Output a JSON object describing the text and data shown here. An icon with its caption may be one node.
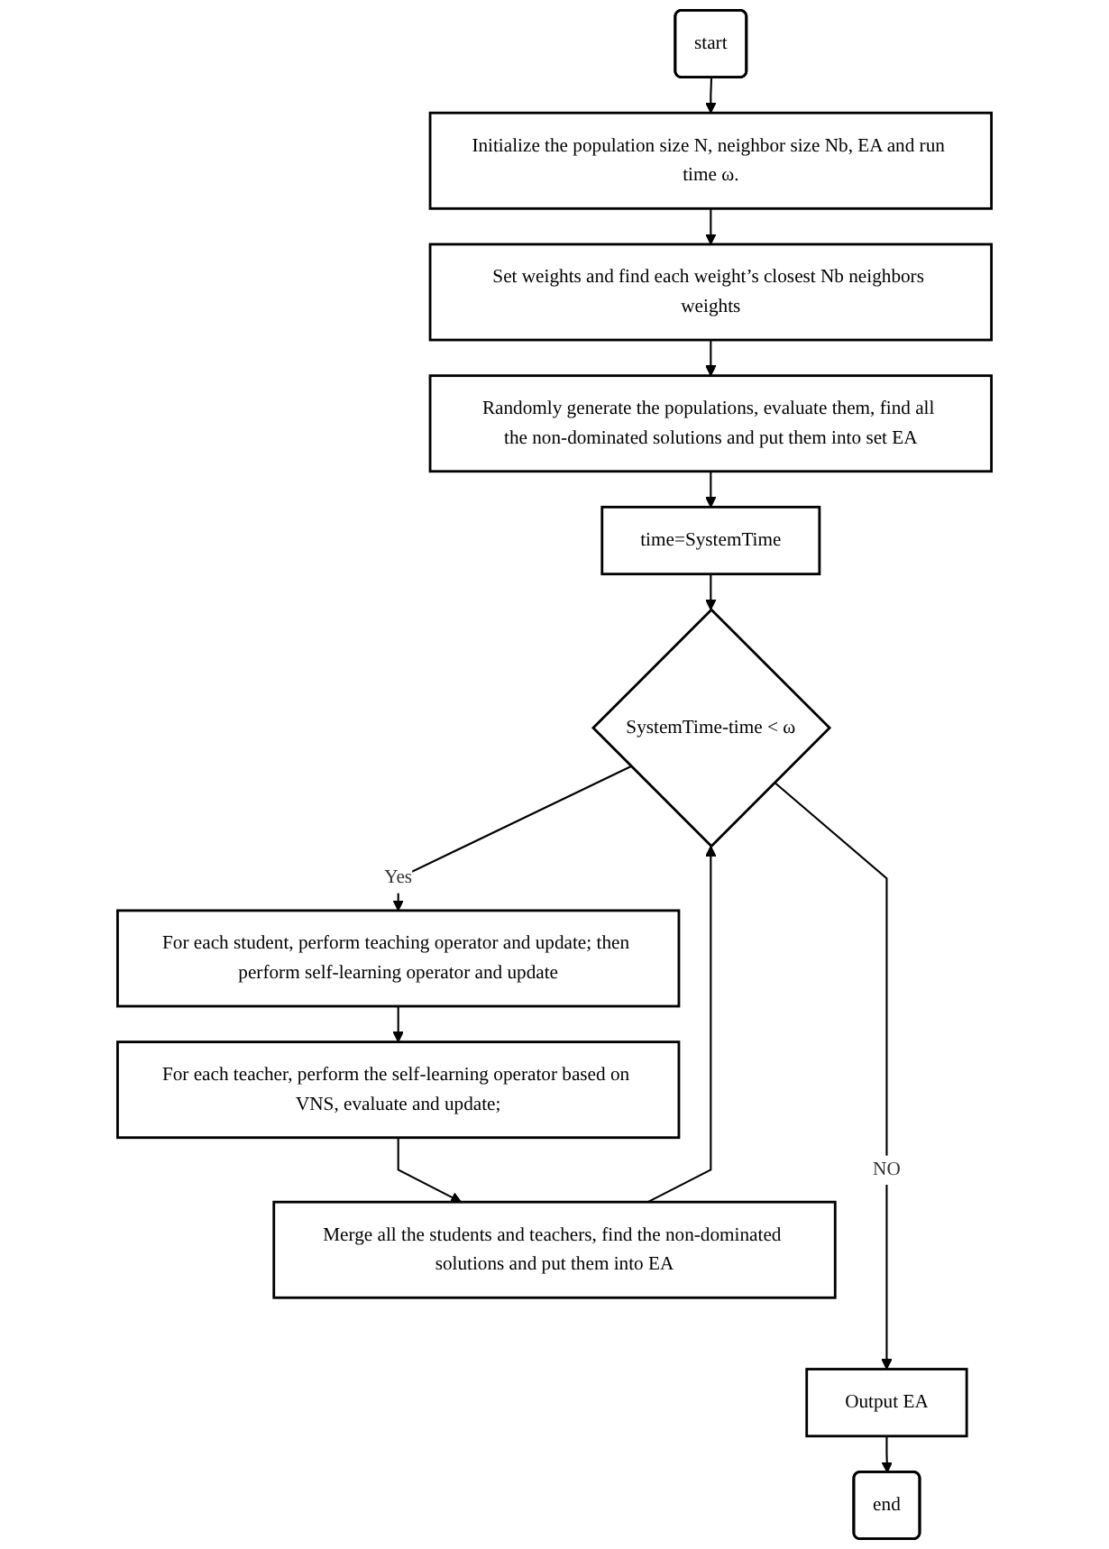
{
  "diagram": {
    "nodes": [
      {
        "text": [
          "start"
        ]
      },
      {
        "text": [
          "Initialize the population size N, neighbor size Nb, EA and run time ω."
        ]
      },
      {
        "text": [
          "Set weights and find each weight’s closest Nb neighbors weights"
        ]
      },
      {
        "text": [
          "Randomly generate the populations, evaluate them, find all the non-dominated solutions and put them into set EA"
        ]
      },
      {
        "text": [
          "time=SystemTime"
        ]
      },
      {
        "text": [
          "SystemTime-time < ω"
        ]
      },
      {
        "text": [
          "For each student, perform teaching operator and update; then perform self-learning operator and update"
        ]
      },
      {
        "text": [
          "For each teacher, perform the self-learning operator based on VNS, evaluate and update;"
        ]
      },
      {
        "text": [
          "Merge all the students and teachers, find the non-dominated solutions and put them into EA"
        ]
      },
      {
        "text": [
          "Output EA"
        ]
      },
      {
        "text": [
          "end"
        ]
      }
    ],
    "edges": [
      {
        "from": 0,
        "to": 1,
        "arrow": "to"
      },
      {
        "from": 1,
        "to": 2,
        "arrow": "to"
      },
      {
        "from": 2,
        "to": 3,
        "arrow": "to"
      },
      {
        "from": 3,
        "to": 4,
        "arrow": "to"
      },
      {
        "from": 4,
        "to": 5,
        "arrow": "to"
      },
      {
        "from": 5,
        "to": 6,
        "label": "Yes",
        "arrow": "to"
      },
      {
        "from": 6,
        "to": 7,
        "arrow": "to"
      },
      {
        "from": 7,
        "to": 8,
        "arrow": "to"
      },
      {
        "from": 8,
        "to": 5,
        "arrow": "to"
      },
      {
        "from": 5,
        "to": 9,
        "label": "NO",
        "arrow": "to"
      },
      {
        "from": 9,
        "to": 10,
        "arrow": "to"
      }
    ]
  }
}
